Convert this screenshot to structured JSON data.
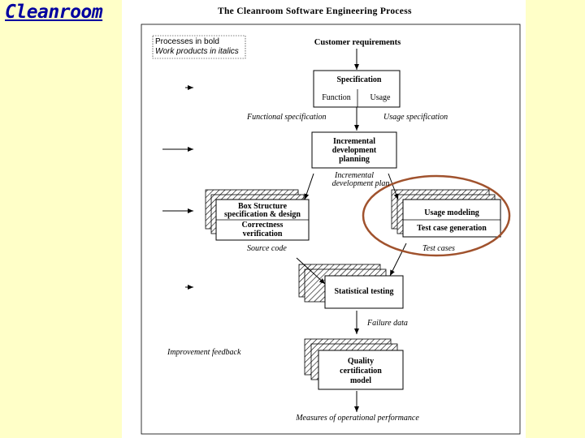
{
  "slide": {
    "title": "Cleanroom"
  },
  "diagram": {
    "title": "The Cleanroom Software Engineering Process",
    "legend": {
      "processes": "Processes in bold",
      "products": "Work products in italics"
    },
    "customer_requirements": "Customer requirements",
    "specification": {
      "title": "Specification",
      "function": "Function",
      "usage": "Usage"
    },
    "functional_specification": "Functional specification",
    "usage_specification": "Usage specification",
    "incremental_planning": {
      "line1": "Incremental",
      "line2": "development",
      "line3": "planning"
    },
    "incremental_plan": {
      "line1": "Incremental",
      "line2": "development plan"
    },
    "box_structure": {
      "line1": "Box Structure",
      "line2": "specification & design",
      "line3": "Correctness",
      "line4": "verification"
    },
    "usage_modeling": "Usage modeling",
    "test_case_generation": "Test case generation",
    "source_code": "Source code",
    "test_cases": "Test cases",
    "statistical_testing": "Statistical testing",
    "failure_data": "Failure data",
    "improvement_feedback": "Improvement feedback",
    "quality_certification": {
      "line1": "Quality",
      "line2": "certification",
      "line3": "model"
    },
    "measures": "Measures of operational performance",
    "highlight_color": "#a0522d"
  }
}
